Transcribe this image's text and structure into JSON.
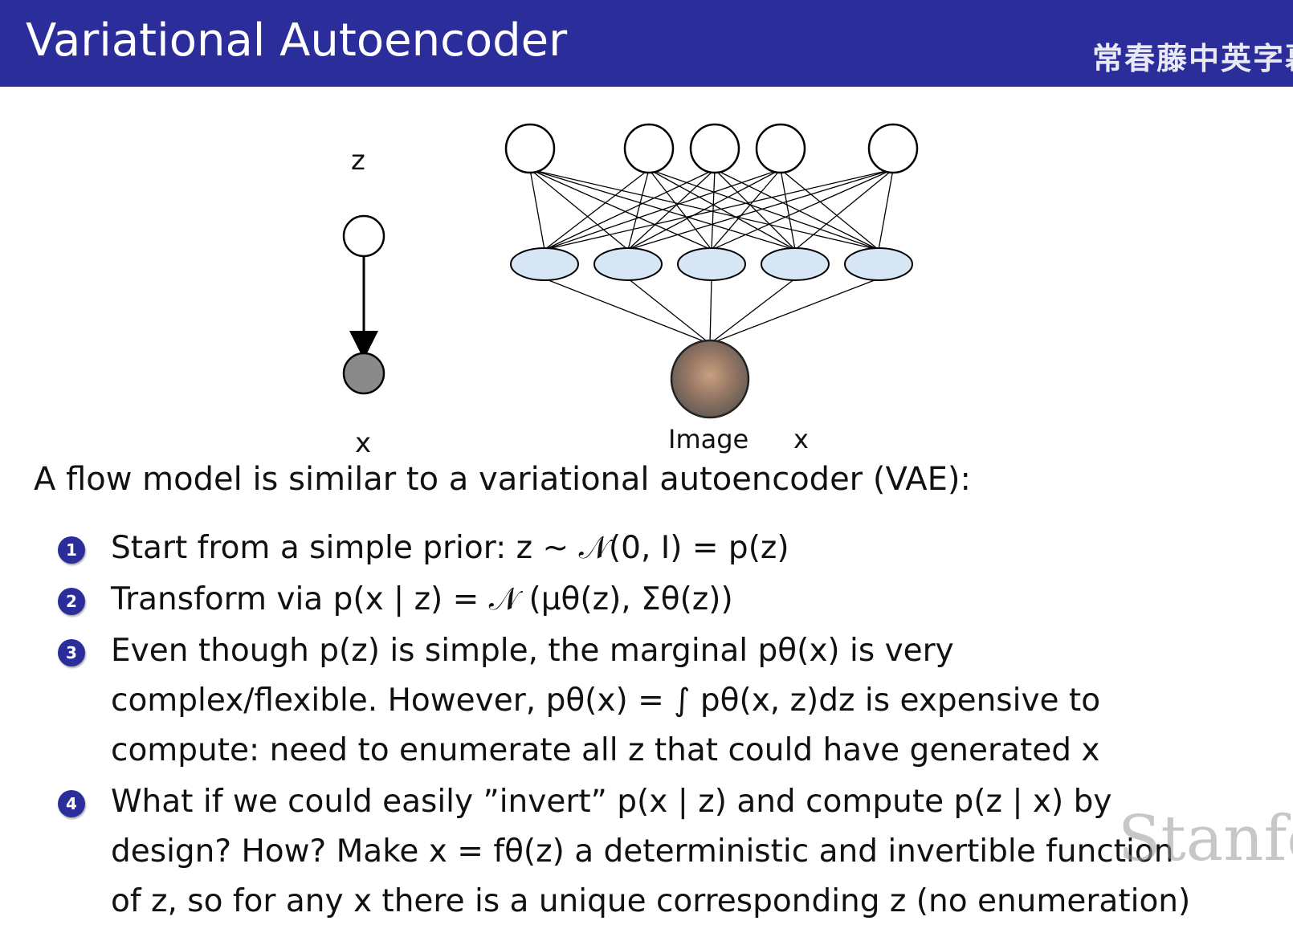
{
  "slide": {
    "title": "Variational Autoencoder",
    "watermark_cn": "常春藤中英字幕",
    "watermark_en": "Stanfo"
  },
  "diagram": {
    "latent_label": "z",
    "observed_label": "x",
    "image_label": "Image",
    "image_x_label": "x"
  },
  "intro": "A flow model is similar to a variational autoencoder (VAE):",
  "steps": [
    {
      "number": "1",
      "lines": [
        "Start from a simple prior: z ~ 𝒩(0, I) = p(z)"
      ]
    },
    {
      "number": "2",
      "lines": [
        "Transform via p(x | z) = 𝒩 (μθ(z), Σθ(z))"
      ]
    },
    {
      "number": "3",
      "lines": [
        "Even though p(z) is simple, the marginal pθ(x) is very",
        "complex/flexible. However, pθ(x) = ∫ pθ(x, z)dz is expensive to",
        "compute: need to enumerate all z that could have generated x"
      ]
    },
    {
      "number": "4",
      "lines": [
        "What if we could easily ”invert” p(x | z) and compute p(z | x) by",
        "design? How? Make x = fθ(z) a deterministic and invertible function",
        "of z, so for any x there is a unique corresponding z (no enumeration)"
      ]
    }
  ]
}
